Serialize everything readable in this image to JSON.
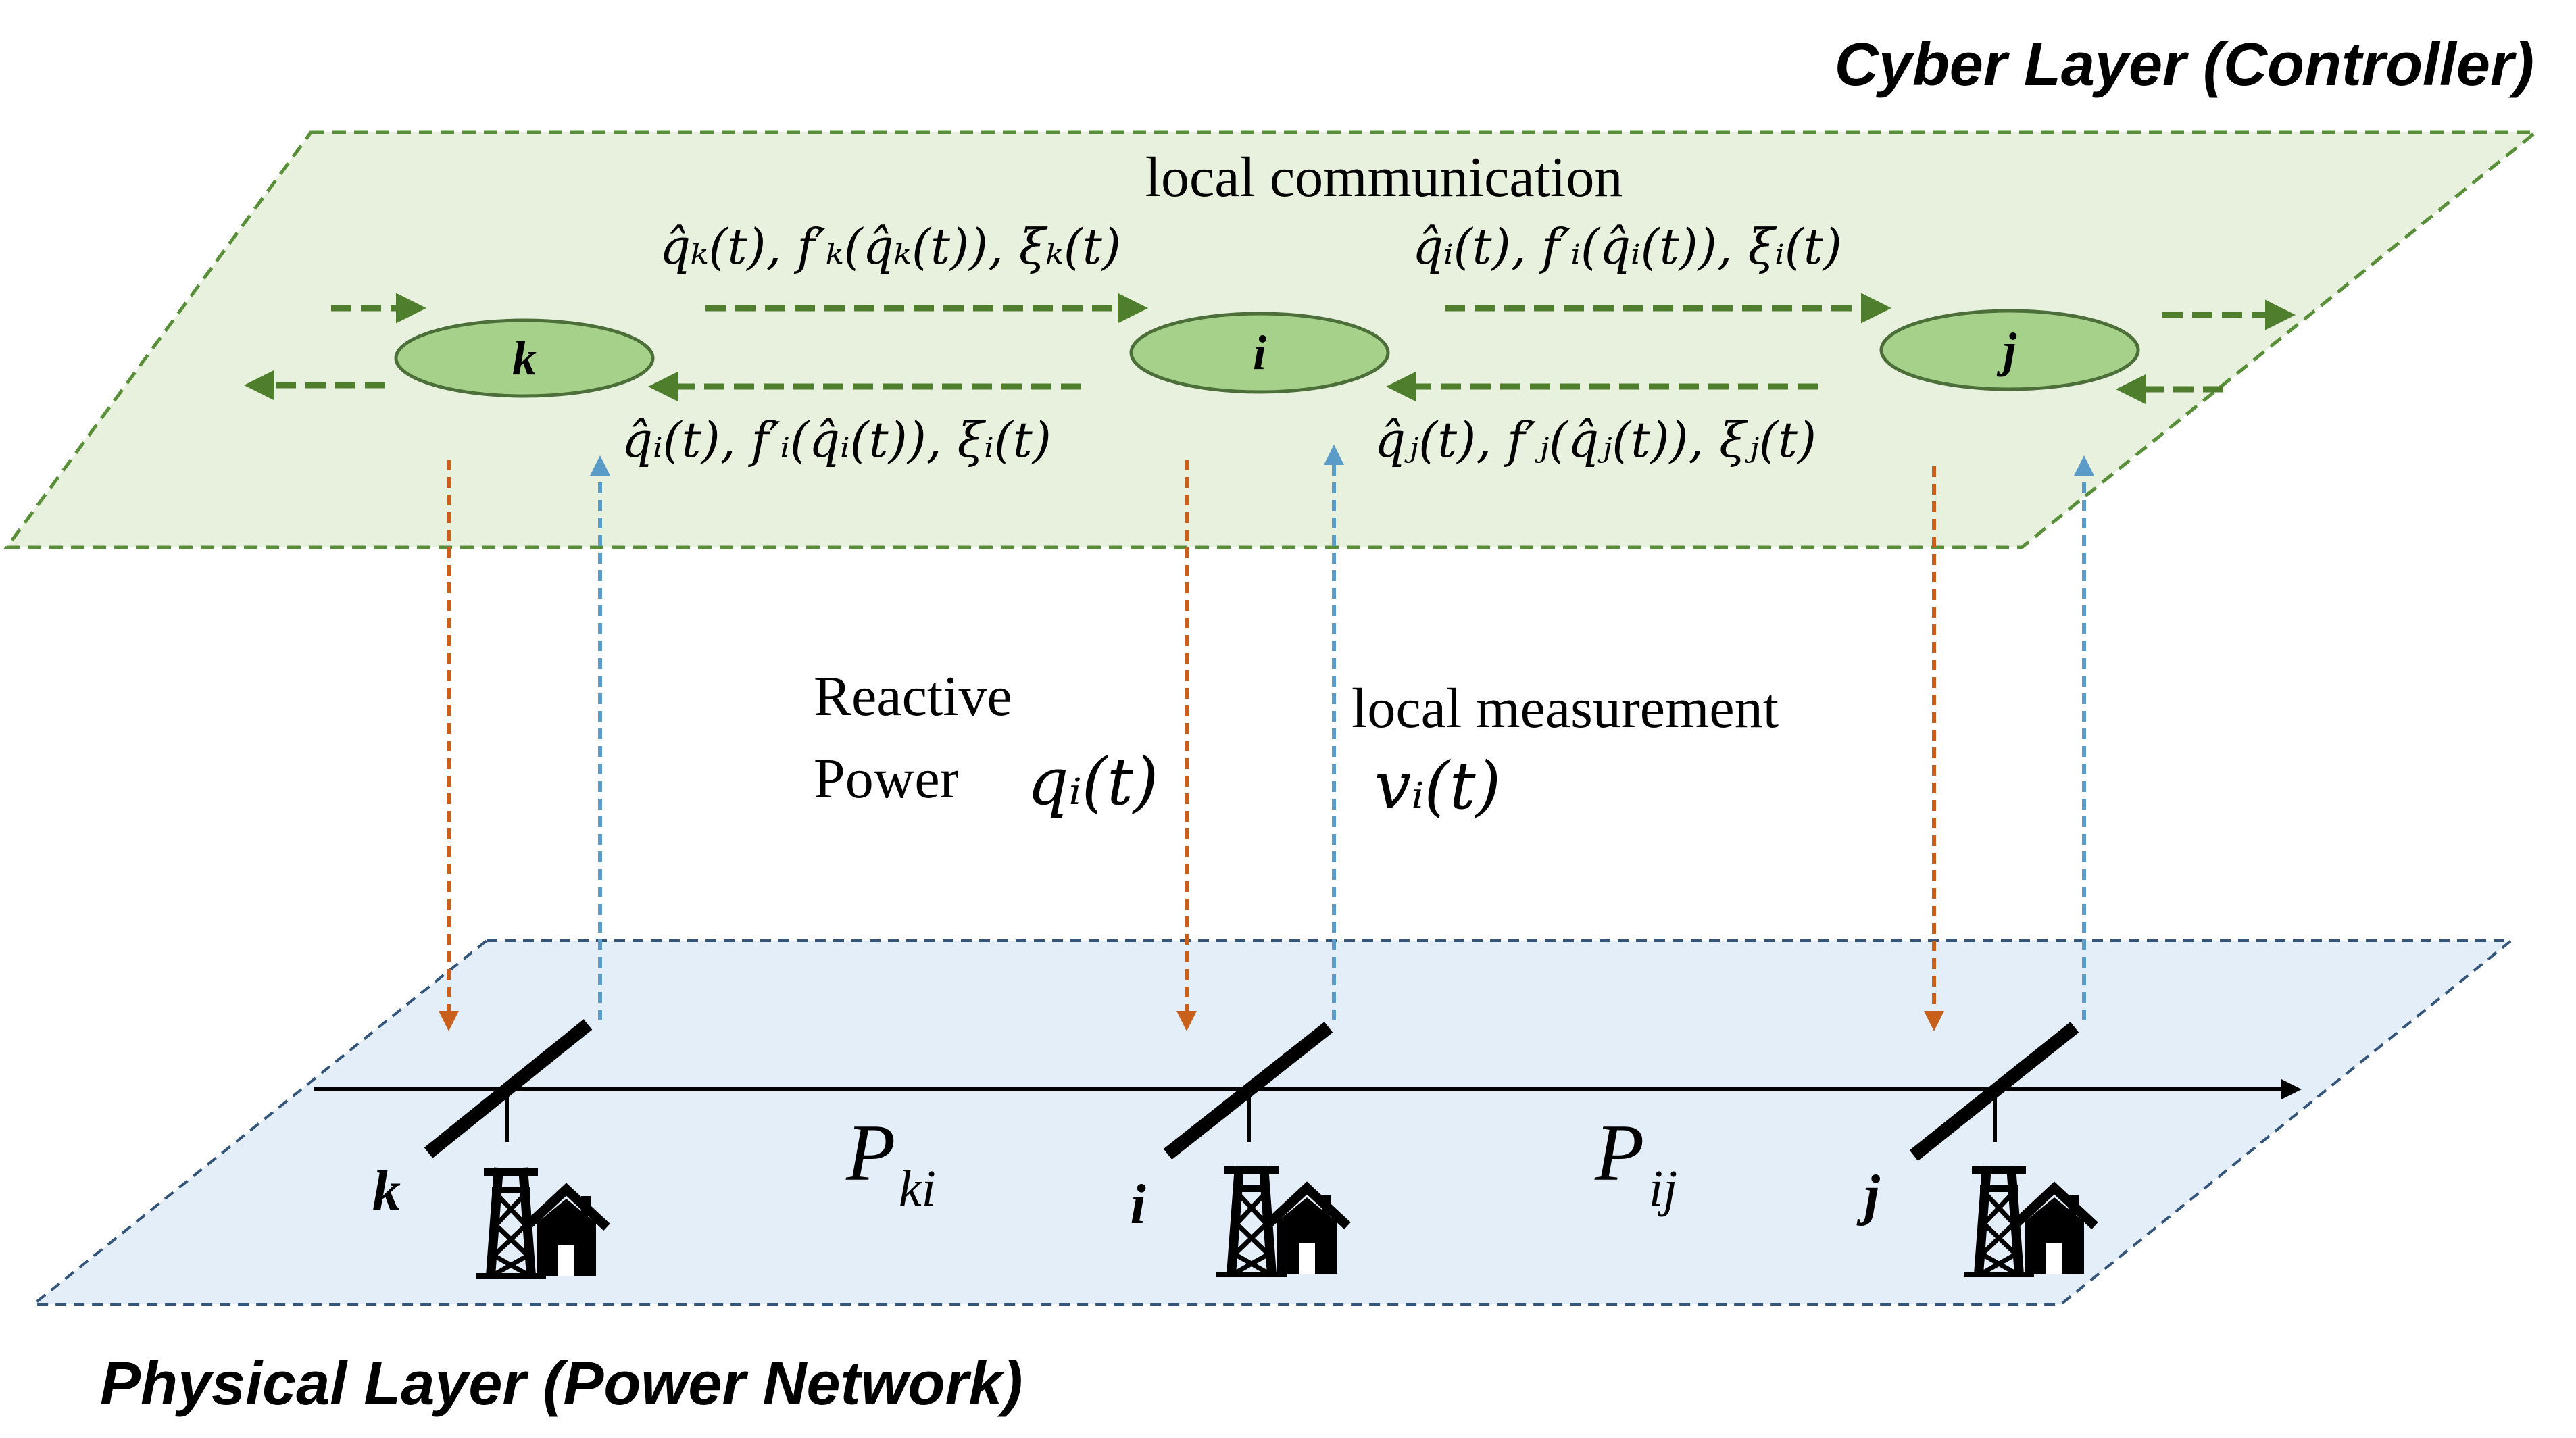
{
  "layers": {
    "cyber_title": "Cyber Layer (Controller)",
    "physical_title": "Physical Layer (Power Network)"
  },
  "cyber": {
    "comm_label": "local communication",
    "nodes": [
      {
        "id": "k",
        "label": "k"
      },
      {
        "id": "i",
        "label": "i"
      },
      {
        "id": "j",
        "label": "j"
      }
    ],
    "messages": {
      "k_to_i": "q̂ₖ(t),  f′ₖ(q̂ₖ(t)),  ξₖ(t)",
      "i_to_j": "q̂ᵢ(t),  f′ᵢ(q̂ᵢ(t)),  ξᵢ(t)",
      "i_to_k": "q̂ᵢ(t),  f′ᵢ(q̂ᵢ(t)),  ξᵢ(t)",
      "j_to_i": "q̂ⱼ(t),  f′ⱼ(q̂ⱼ(t)),  ξⱼ(t)"
    }
  },
  "interface": {
    "reactive_line1": "Reactive",
    "reactive_line2": "Power",
    "reactive_symbol": "qᵢ(t)",
    "measurement_label": "local measurement",
    "measurement_symbol": "vᵢ(t)"
  },
  "physical": {
    "buses": [
      {
        "id": "k",
        "label": "k"
      },
      {
        "id": "i",
        "label": "i"
      },
      {
        "id": "j",
        "label": "j"
      }
    ],
    "flows": {
      "ki_main": "P",
      "ki_sub": "ki",
      "ij_main": "P",
      "ij_sub": "ij"
    }
  },
  "colors": {
    "cyber_fill": "#e8f1de",
    "cyber_border": "#5a8f3a",
    "comm_arrow": "#4f7f2c",
    "node_fill": "#a5d18a",
    "node_border": "#4c6f3a",
    "physical_fill": "#e4eef8",
    "physical_border": "#34557a",
    "control_arrow": "#c8601c",
    "measure_arrow": "#5b9bc8",
    "line": "#000000"
  },
  "icons": [
    "transmission-tower-icon",
    "house-icon"
  ]
}
